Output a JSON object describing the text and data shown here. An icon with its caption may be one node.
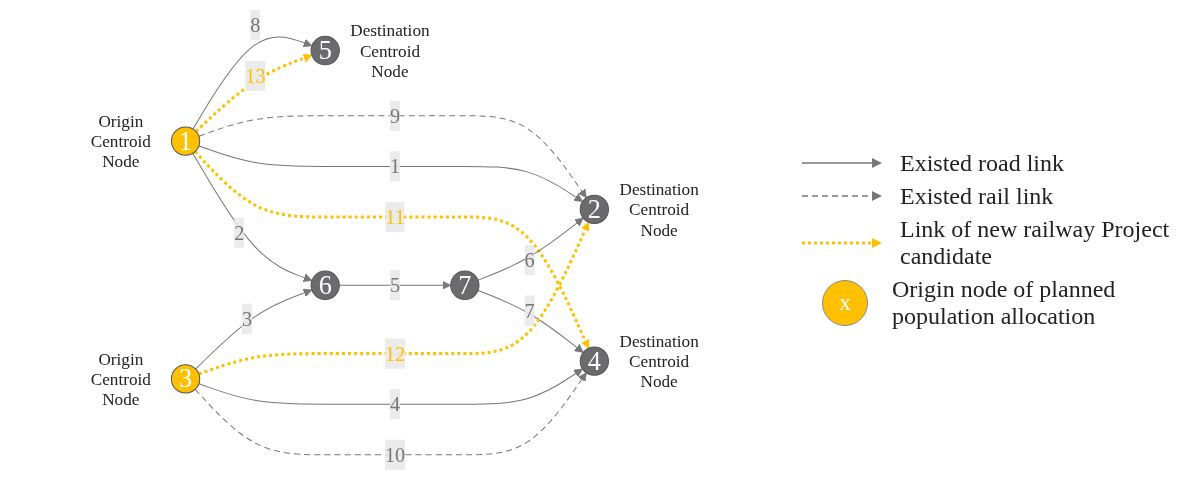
{
  "diagram": {
    "nodes": [
      {
        "text": [
          "5"
        ],
        "beside": [
          "Destination Centroid Node"
        ]
      },
      {
        "text": [
          "1"
        ],
        "beside": [
          "Origin Centroid Node"
        ]
      },
      {
        "text": [
          "2"
        ],
        "beside": [
          "Destination Centroid Node"
        ]
      },
      {
        "text": [
          "6"
        ]
      },
      {
        "text": [
          "7"
        ]
      },
      {
        "text": [
          "3"
        ],
        "beside": [
          "Origin Centroid Node"
        ]
      },
      {
        "text": [
          "4"
        ],
        "beside": [
          "Destination Centroid Node"
        ]
      }
    ],
    "edges": [
      {
        "from": 1,
        "to": 0,
        "arrow": "to",
        "label": "8"
      },
      {
        "from": 1,
        "to": 0,
        "arrow": "to",
        "label": "13",
        "style": "dashed",
        "color": "#ffc000"
      },
      {
        "from": 1,
        "to": 2,
        "arrow": "to",
        "label": "9",
        "style": "dashed"
      },
      {
        "from": 1,
        "to": 2,
        "arrow": "to",
        "label": "1"
      },
      {
        "from": 1,
        "to": 6,
        "arrow": "to",
        "label": "11",
        "style": "dashed",
        "color": "#ffc000"
      },
      {
        "from": 1,
        "to": 3,
        "arrow": "to",
        "label": "2"
      },
      {
        "from": 3,
        "to": 4,
        "arrow": "to",
        "label": "5"
      },
      {
        "from": 4,
        "to": 2,
        "arrow": "to",
        "label": "6"
      },
      {
        "from": 4,
        "to": 6,
        "arrow": "to",
        "label": "7"
      },
      {
        "from": 5,
        "to": 3,
        "arrow": "to",
        "label": "3"
      },
      {
        "from": 5,
        "to": 2,
        "arrow": "to",
        "label": "12",
        "style": "dashed",
        "color": "#ffc000"
      },
      {
        "from": 5,
        "to": 6,
        "arrow": "to",
        "label": "4"
      },
      {
        "from": 5,
        "to": 6,
        "arrow": "to",
        "label": "10",
        "style": "dashed"
      }
    ],
    "labels": [
      "x"
    ],
    "legend": [
      {
        "text": "Existed road link"
      },
      {
        "text": "Existed rail link"
      },
      {
        "text": "Link of new railway Project candidate"
      },
      {
        "text": "Origin node of planned population allocation",
        "color": "#ffc000"
      }
    ]
  }
}
